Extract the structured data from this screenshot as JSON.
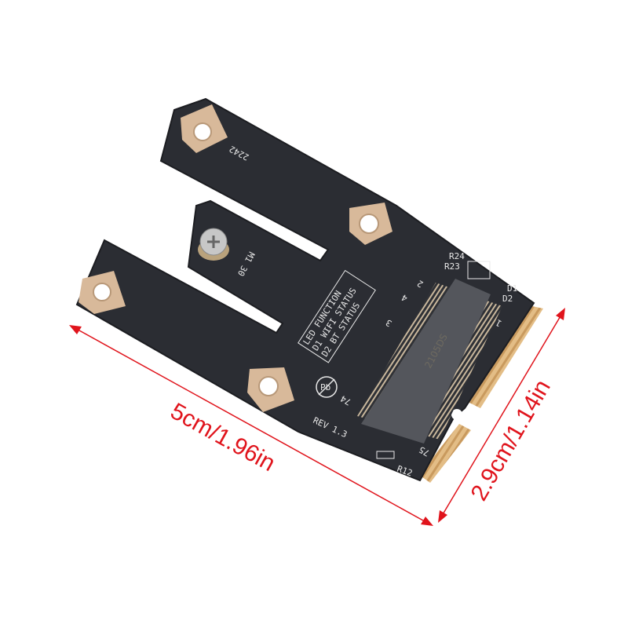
{
  "product": {
    "name_marks": {
      "top_arm_label": "2242",
      "screw_label": "M1 30",
      "led_function_title": "LED FUNCTION",
      "led_d1": "D1 WIFI STATUS",
      "led_d2": "D2 BT STATUS",
      "revision": "REV 1.3",
      "r12": "R12",
      "r24": "R24",
      "r23": "R23",
      "d1": "D1",
      "d2": "D2",
      "pin_2": "2",
      "pin_1": "1",
      "pin_3": "3",
      "pin_4": "4",
      "pin_74": "74",
      "pin_75": "75",
      "connector_mark": "2105DS",
      "pb_free_mark": "Pb"
    },
    "colors": {
      "pcb": "#2b2d33",
      "gold": "#d9b27c",
      "pad": "#d8b99a",
      "dimension": "#e0141c"
    }
  },
  "dimensions": {
    "length": "5cm/1.96in",
    "width": "2.9cm/1.14in"
  }
}
